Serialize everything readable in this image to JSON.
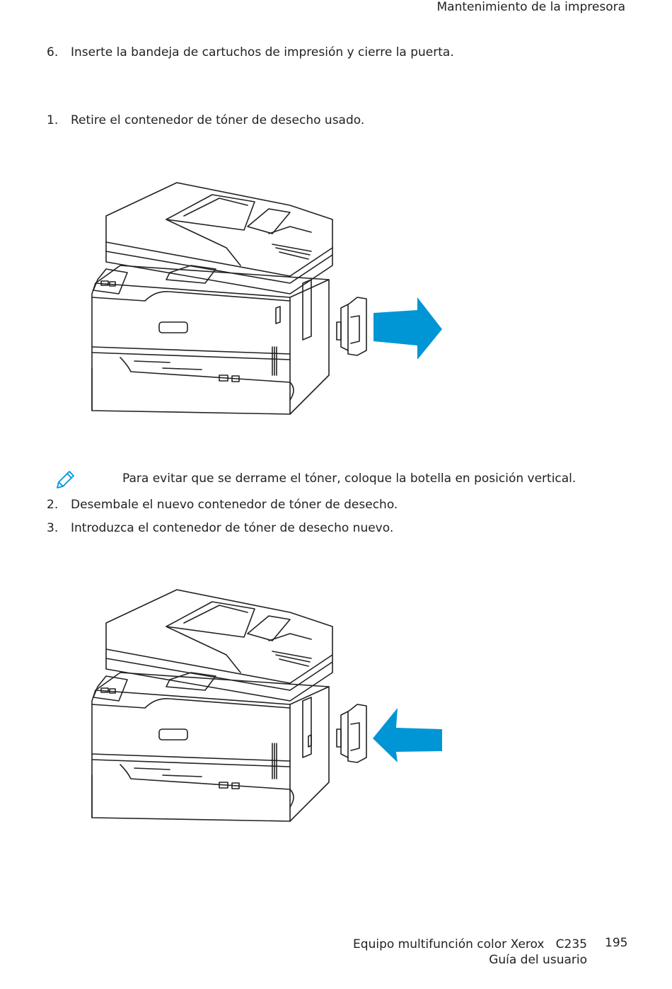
{
  "header": {
    "section_title": "Mantenimiento de la impresora"
  },
  "steps": [
    {
      "number": "6.",
      "text": "Inserte la bandeja de cartuchos de impresión y cierre la puerta."
    },
    {
      "number": "1.",
      "text": "Retire el contenedor de tóner de desecho usado."
    },
    {
      "number": "2.",
      "text": "Desembale el nuevo contenedor de tóner de desecho."
    },
    {
      "number": "3.",
      "text": "Introduzca el contenedor de tóner de desecho nuevo."
    }
  ],
  "note": {
    "icon": "pencil-icon",
    "text": "Para evitar que se derrame el tóner, coloque la botella en posición vertical."
  },
  "figures": [
    {
      "icon": "printer-remove-waste-toner-illustration",
      "arrow_direction": "right",
      "arrow_color": "#0096d6"
    },
    {
      "icon": "printer-insert-waste-toner-illustration",
      "arrow_direction": "left",
      "arrow_color": "#0096d6"
    }
  ],
  "footer": {
    "product_line": "Equipo multifunción color Xerox   C235",
    "guide_line": "Guía del usuario",
    "page_number": "195"
  }
}
